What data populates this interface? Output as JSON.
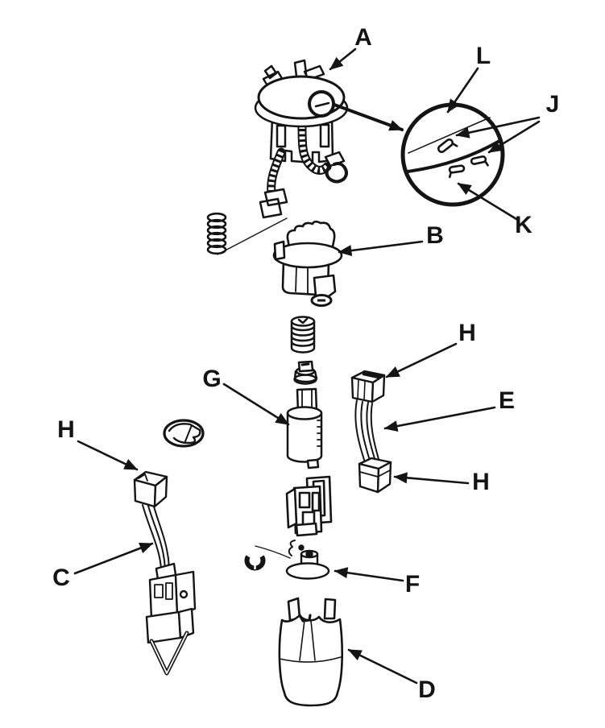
{
  "diagram": {
    "type": "exploded-parts-diagram",
    "description_colors": {
      "background": "#ffffff",
      "line": "#141414"
    },
    "callouts": {
      "a": "A",
      "b": "B",
      "c": "C",
      "d": "D",
      "e": "E",
      "f": "F",
      "g": "G",
      "h_left": "H",
      "h_right_top": "H",
      "h_right_bottom": "H",
      "j": "J",
      "k": "K",
      "l": "L"
    }
  }
}
